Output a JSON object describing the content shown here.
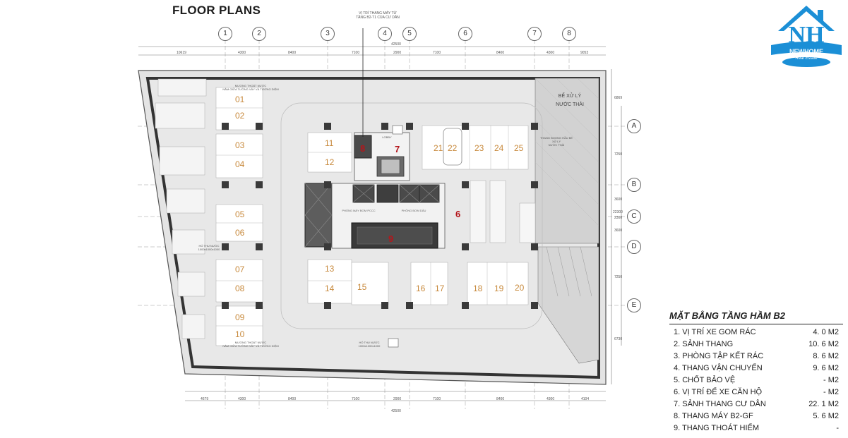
{
  "title": "FLOOR PLANS",
  "logo": {
    "brand": "NEWHOME",
    "tagline": "Real Estate",
    "letters": "NH"
  },
  "grid_columns": [
    "1",
    "2",
    "3",
    "4",
    "5",
    "6",
    "7",
    "8"
  ],
  "grid_rows": [
    "A",
    "B",
    "C",
    "D",
    "E"
  ],
  "dims_top": [
    "10619",
    "4300",
    "8400",
    "7100",
    "2900",
    "7100",
    "8400",
    "4300",
    "9053"
  ],
  "dims_bottom": [
    "4679",
    "4300",
    "8400",
    "7100",
    "2900",
    "7100",
    "8400",
    "4300",
    "4104"
  ],
  "dim_total": "42500",
  "dims_right": [
    "6869",
    "7250",
    "3600",
    "2300",
    "3600",
    "7250",
    "6730"
  ],
  "dim_right_total": "22300",
  "parking_spots": [
    "01",
    "02",
    "03",
    "04",
    "05",
    "06",
    "07",
    "08",
    "09",
    "10",
    "11",
    "12",
    "13",
    "14",
    "15",
    "16",
    "17",
    "18",
    "19",
    "20",
    "21",
    "22",
    "23",
    "24",
    "25"
  ],
  "zone_markers": [
    "8",
    "7",
    "6",
    "9"
  ],
  "notes": {
    "elevator_top": "VỊ TRÍ THANG MÁY TỪ\nTẦNG B2-T1 CỦA CƯ DÂN",
    "lobby": "LOBBY",
    "drain_top": "MƯƠNG THOÁT NƯỚC\nNẰM GIỮA TƯỜNG VÂY VÀ TƯỜNG DIỆM",
    "drain_bottom": "MƯƠNG THOÁT NƯỚC\nNẰM GIỮA TƯỜNG VÂY VÀ TƯỜNG DIỆM",
    "sump_left": "HỐ THU NƯỚC\n1000x1000x1000",
    "sump_bottom": "HỐ THU NƯỚC\n1000x1000x1000",
    "room_left": "PHÒNG MÁY BƠM PCCC",
    "room_right": "PHÒNG BƠM DẦU",
    "tank_note": "THANG BOONG HẦU BỂ XỬ LÝ\nNƯỚC THẢI",
    "water_treatment": "BỂ XỬ LÝ\nNƯỚC THẢI"
  },
  "legend": {
    "title": "MẶT BẰNG TẦNG HẦM B2",
    "items": [
      {
        "label": "1. VỊ TRÍ XE GOM RÁC",
        "value": "4. 0 M2"
      },
      {
        "label": "2. SẢNH THANG",
        "value": "10. 6 M2"
      },
      {
        "label": "3. PHÒNG TẬP KẾT RÁC",
        "value": "8. 6 M2"
      },
      {
        "label": "4. THANG VẬN CHUYỂN",
        "value": "9. 6 M2"
      },
      {
        "label": "5. CHỐT BẢO VỆ",
        "value": "- M2"
      },
      {
        "label": "6. VỊ TRÍ ĐỂ XE CĂN HỘ",
        "value": "- M2"
      },
      {
        "label": "7. SẢNH THANG CƯ DÂN",
        "value": "22. 1 M2"
      },
      {
        "label": "8. THANG MÁY B2-GF",
        "value": "5. 6 M2"
      },
      {
        "label": "9. THANG THOÁT HIỂM",
        "value": "-"
      }
    ]
  },
  "colors": {
    "accent": "#c88a3d",
    "marker": "#b4161b",
    "logo_blue": "#1b8fd6",
    "floor": "#e4e4e4"
  }
}
